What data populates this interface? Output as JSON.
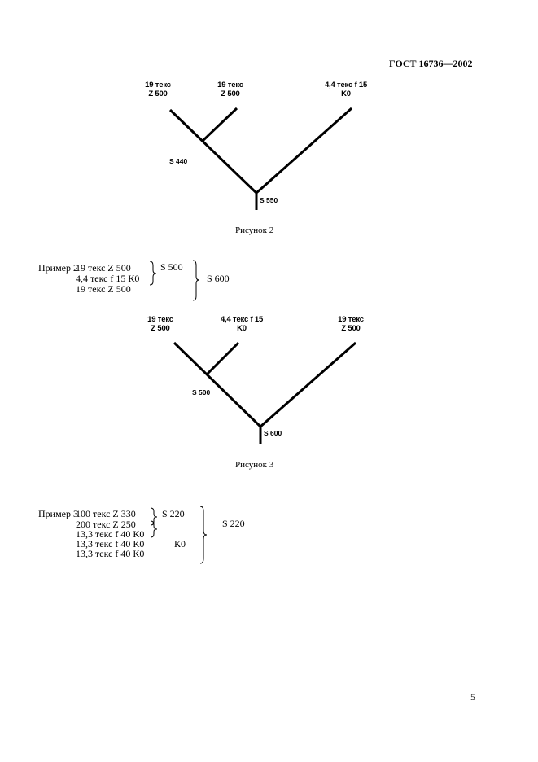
{
  "header": {
    "standard": "ГОСТ 16736—2002"
  },
  "figure2": {
    "caption": "Рисунок 2",
    "leaves": [
      {
        "line1": "19 текс",
        "line2": "Z 500"
      },
      {
        "line1": "19 текс",
        "line2": "Z 500"
      },
      {
        "line1": "4,4 текс f 15",
        "line2": "K0"
      }
    ],
    "inner_label": "S 440",
    "root_label": "S 550"
  },
  "example2": {
    "lead": "Пример 2",
    "lines": [
      "19 текс Z 500",
      "4,4 текс f 15 К0",
      "19 текс Z 500"
    ],
    "inner_twist": "S 500",
    "outer_twist": "S 600"
  },
  "figure3": {
    "caption": "Рисунок 3",
    "leaves": [
      {
        "line1": "19 текс",
        "line2": "Z 500"
      },
      {
        "line1": "4,4 текс f 15",
        "line2": "K0"
      },
      {
        "line1": "19 текс",
        "line2": "Z 500"
      }
    ],
    "inner_label": "S 500",
    "root_label": "S 600"
  },
  "example3": {
    "lead": "Пример 3",
    "lines": [
      "100 текс Z 330",
      "200 текс Z 250",
      "13,3 текс f 40 К0",
      "13,3 текс f 40 К0",
      "13,3 текс f 40 К0"
    ],
    "inner_twist": "S 220",
    "k0_label": "К0",
    "outer_twist": "S 220"
  },
  "footer": {
    "page_number": "5"
  }
}
